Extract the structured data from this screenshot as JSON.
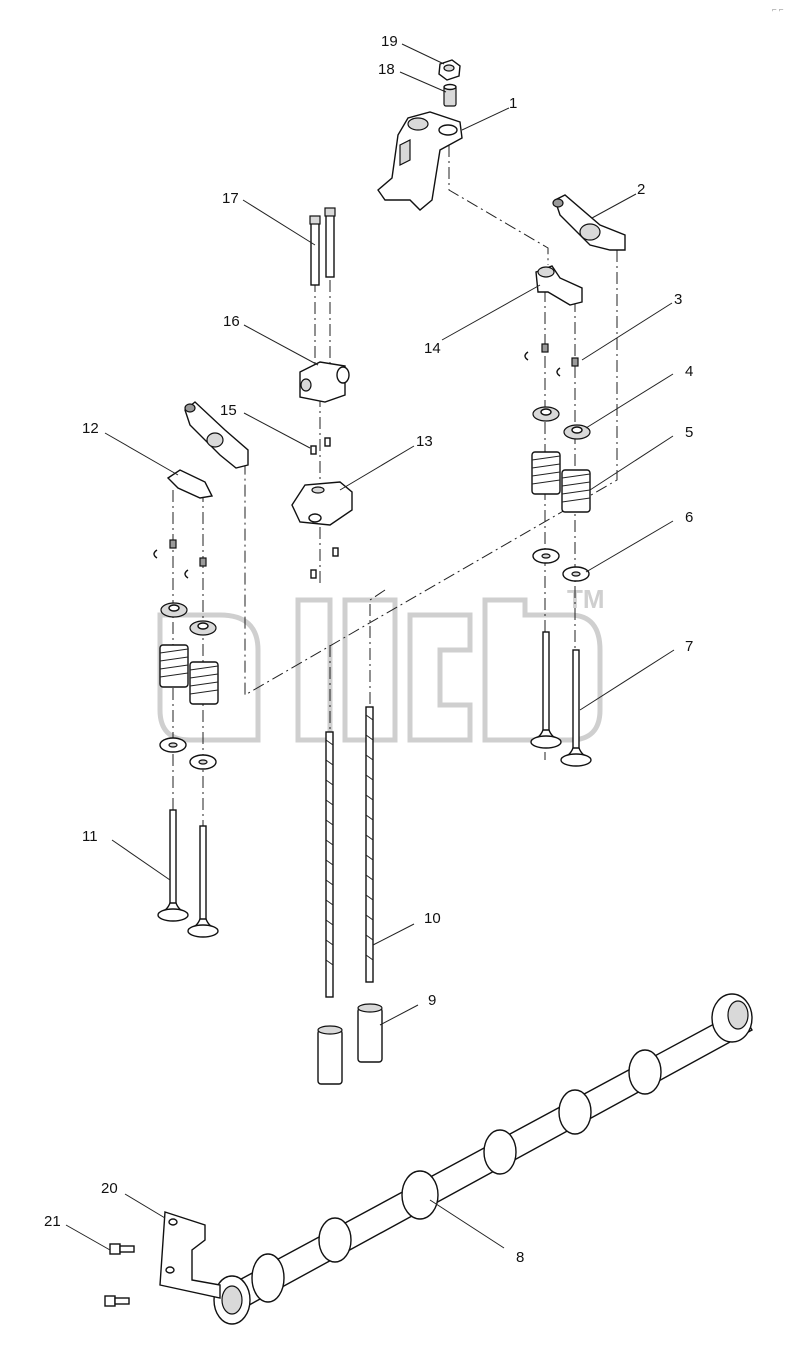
{
  "diagram": {
    "corner_mark": "⌐ ⌐",
    "watermark": {
      "text": "ДТСЗ",
      "tm": "TM"
    },
    "callouts": [
      {
        "id": "1",
        "label": "1"
      },
      {
        "id": "2",
        "label": "2"
      },
      {
        "id": "3",
        "label": "3"
      },
      {
        "id": "4",
        "label": "4"
      },
      {
        "id": "5",
        "label": "5"
      },
      {
        "id": "6",
        "label": "6"
      },
      {
        "id": "7",
        "label": "7"
      },
      {
        "id": "8",
        "label": "8"
      },
      {
        "id": "9",
        "label": "9"
      },
      {
        "id": "10",
        "label": "10"
      },
      {
        "id": "11",
        "label": "11"
      },
      {
        "id": "12",
        "label": "12"
      },
      {
        "id": "13",
        "label": "13"
      },
      {
        "id": "14",
        "label": "14"
      },
      {
        "id": "15",
        "label": "15"
      },
      {
        "id": "16",
        "label": "16"
      },
      {
        "id": "17",
        "label": "17"
      },
      {
        "id": "18",
        "label": "18"
      },
      {
        "id": "19",
        "label": "19"
      },
      {
        "id": "20",
        "label": "20"
      },
      {
        "id": "21",
        "label": "21"
      }
    ]
  }
}
